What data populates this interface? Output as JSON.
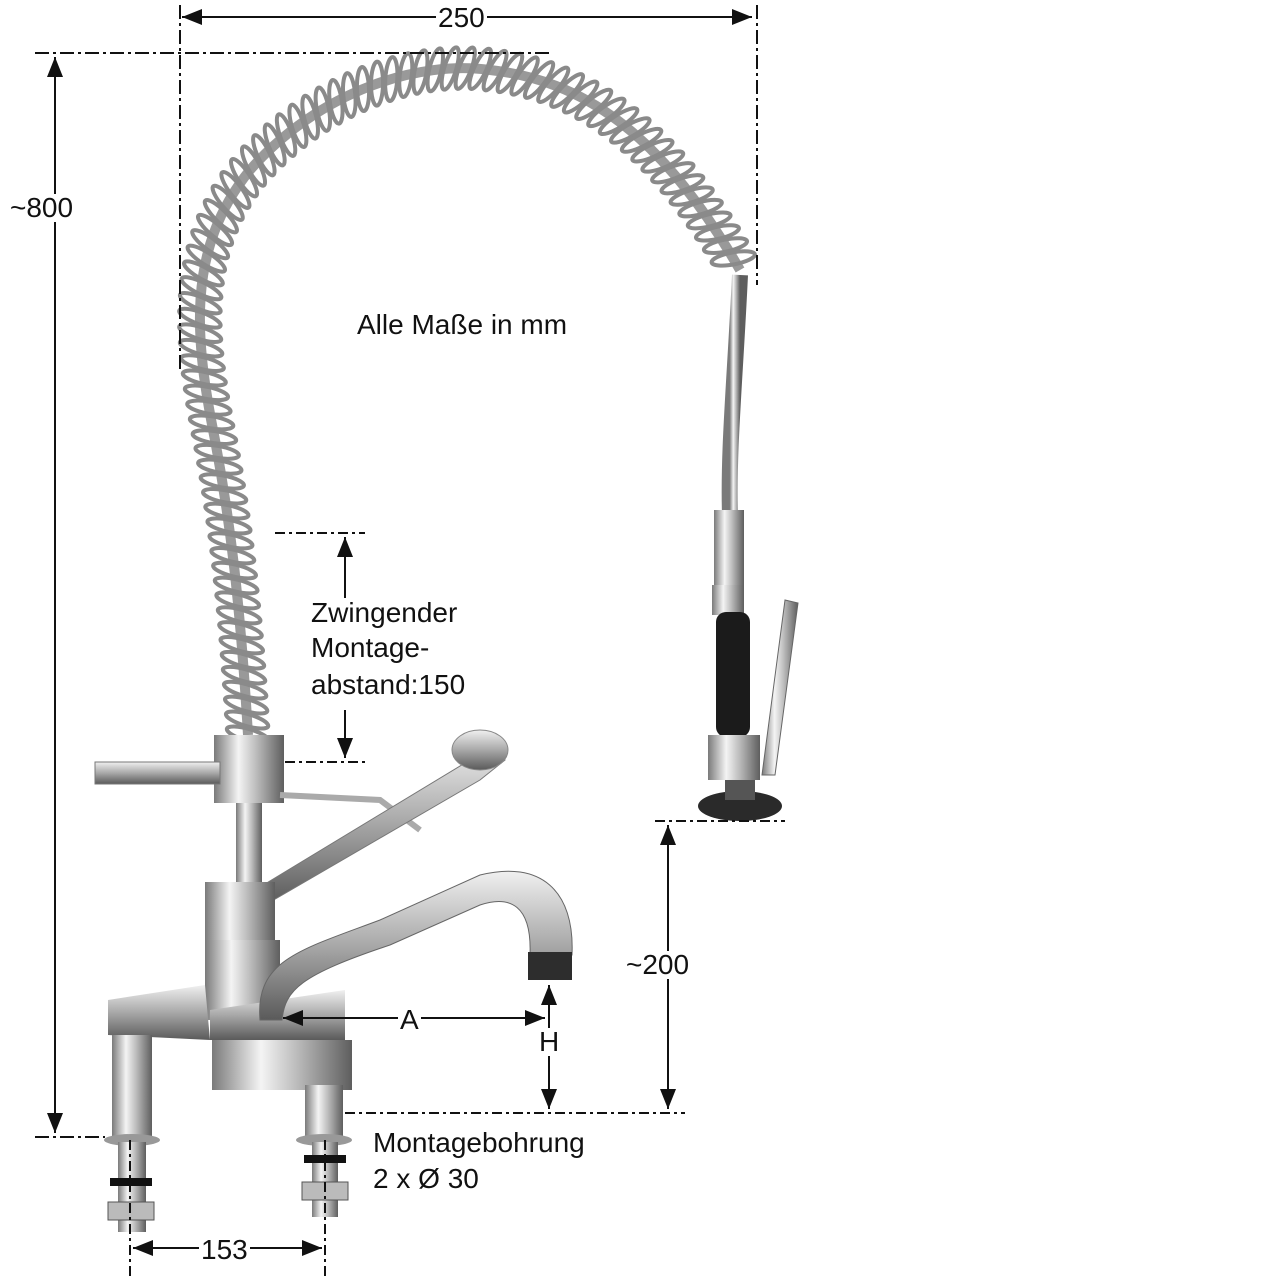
{
  "dimensions": {
    "width_top": "250",
    "height_total": "~800",
    "spout_height": "~200",
    "reach": "A",
    "clearance": "H",
    "hole_spacing": "153",
    "mounting_distance": [
      "Zwingender",
      "Montage-",
      "abstand:150"
    ]
  },
  "notes": {
    "units": "Alle Maße in mm",
    "mounting_holes": [
      "Montagebohrung",
      "2 x Ø 30"
    ]
  },
  "colors": {
    "line": "#111111",
    "chrome_light": "#e8e8e8",
    "chrome_dark": "#6f6f6f",
    "grip": "#1a1a1a"
  }
}
